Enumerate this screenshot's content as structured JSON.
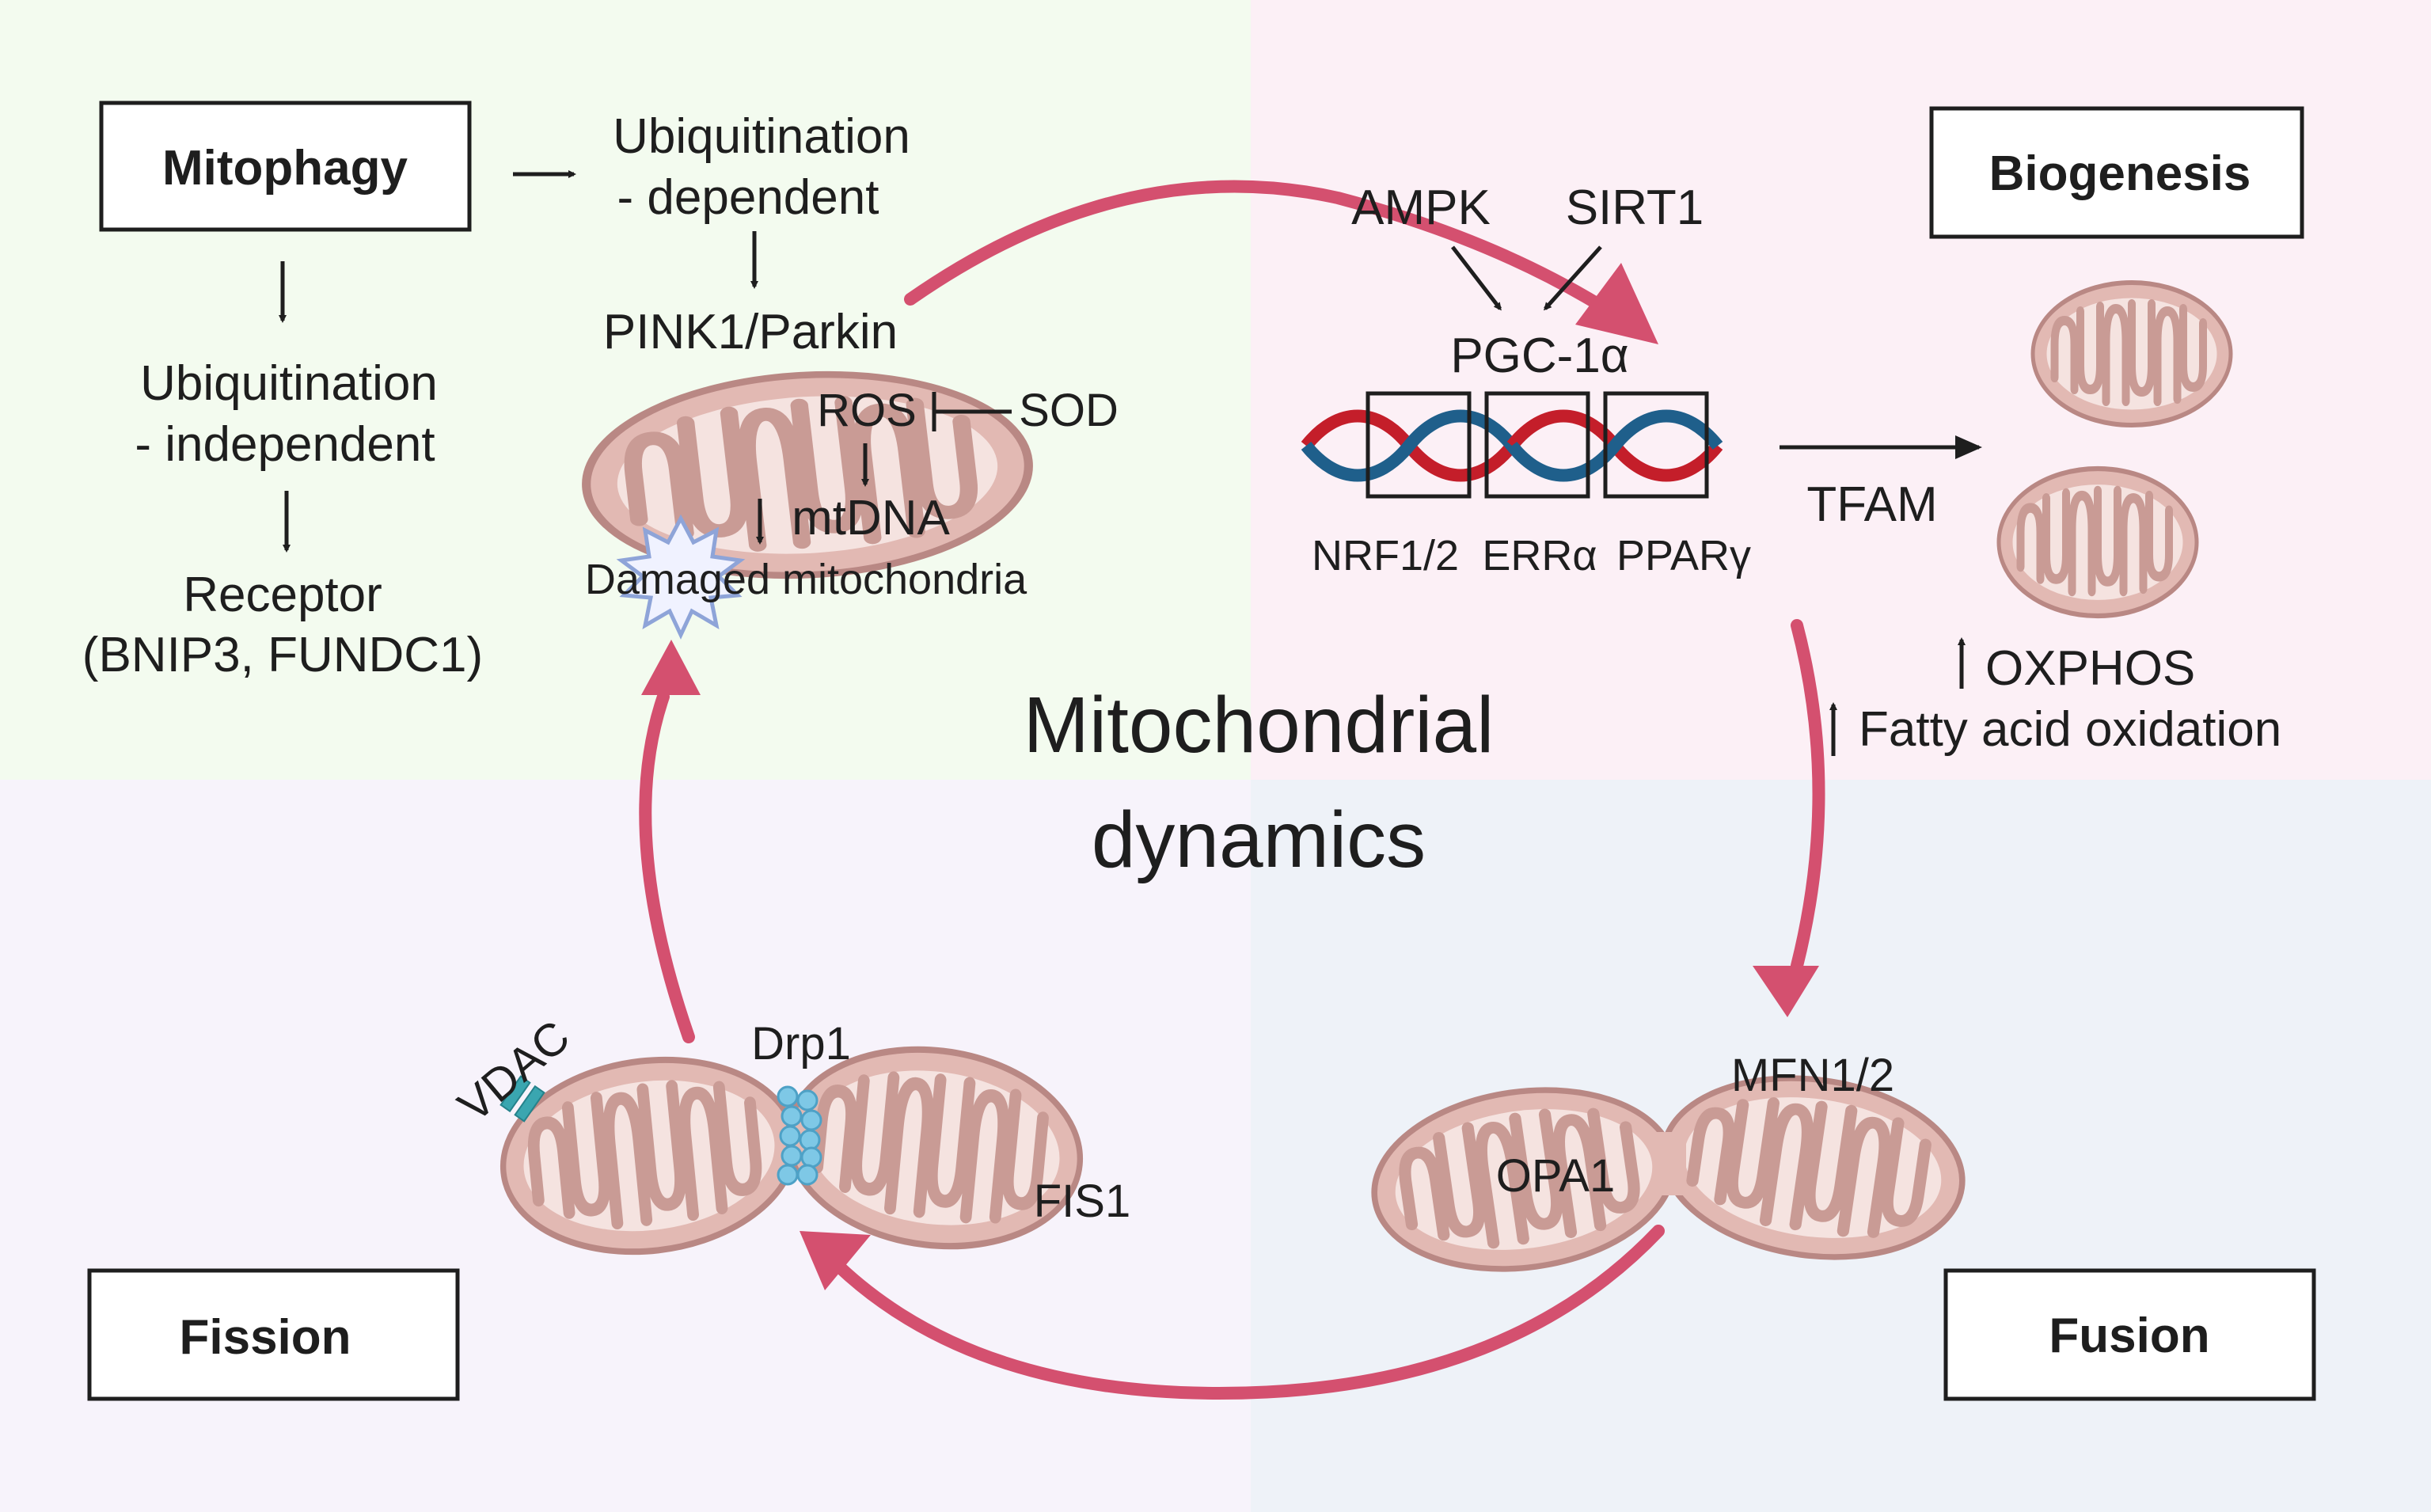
{
  "title": "Mitochondrial",
  "title_line2": "dynamics",
  "quadrants": {
    "mitophagy": {
      "color": "#f3fbef",
      "box_label": "Mitophagy",
      "ub_dependent_1": "Ubiquitination",
      "ub_dependent_2": "- dependent",
      "pink1_parkin": "PINK1/Parkin",
      "ub_independent_1": "Ubiquitination",
      "ub_independent_2": "- independent",
      "receptor": "Receptor",
      "receptor_examples": "(BNIP3, FUNDC1)",
      "ros": "ROS",
      "sod": "SOD",
      "mtdna": "mtDNA",
      "damaged": "Damaged mitochondria"
    },
    "biogenesis": {
      "color": "#fcf0f6",
      "box_label": "Biogenesis",
      "ampk": "AMPK",
      "sirt1": "SIRT1",
      "pgc1a": "PGC-1α",
      "nrf": "NRF1/2",
      "erra": "ERRα",
      "ppary": "PPARγ",
      "tfam": "TFAM",
      "oxphos": "OXPHOS",
      "fao": "Fatty acid oxidation"
    },
    "fission": {
      "color": "#f7f3fb",
      "box_label": "Fission",
      "vdac": "VDAC",
      "drp1": "Drp1",
      "fis1": "FIS1"
    },
    "fusion": {
      "color": "#eef2f8",
      "box_label": "Fusion",
      "mfn": "MFN1/2",
      "opa1": "OPA1"
    }
  },
  "colors": {
    "cycle_arrow": "#d4506f",
    "mito_fill": "#e2b9b3",
    "mito_inner": "#f5e3e0",
    "mito_stroke": "#b98884",
    "dna_red": "#c41e2a",
    "dna_blue": "#1f5f8b",
    "drp1": "#7ec8e6",
    "vdac": "#3aa6b0"
  }
}
